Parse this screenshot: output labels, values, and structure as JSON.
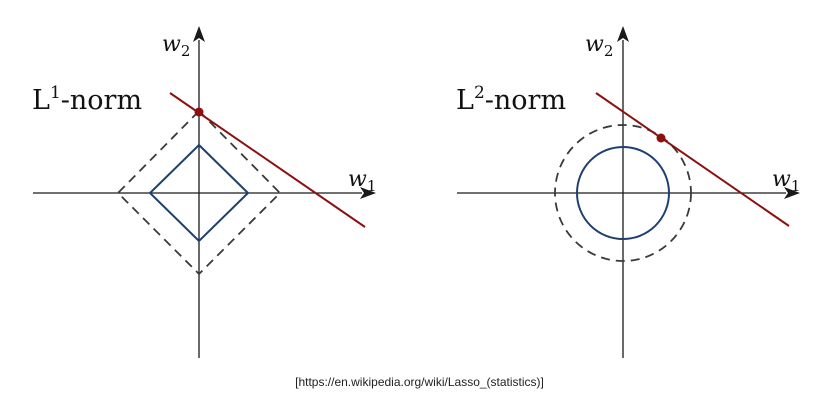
{
  "panels": [
    {
      "norm_label": {
        "base": "L",
        "sup": "1",
        "rest": "-norm"
      },
      "x_axis": {
        "symbol": "w",
        "sub": "1"
      },
      "y_axis": {
        "symbol": "w",
        "sub": "2"
      }
    },
    {
      "norm_label": {
        "base": "L",
        "sup": "2",
        "rest": "-norm"
      },
      "x_axis": {
        "symbol": "w",
        "sub": "1"
      },
      "y_axis": {
        "symbol": "w",
        "sub": "2"
      }
    }
  ],
  "caption": "[https://en.wikipedia.org/wiki/Lasso_(statistics)]",
  "colors": {
    "constraint_solid": "#1f3f6f",
    "constraint_dashed": "#3a3a3a",
    "loss_line": "#8b1010",
    "axis": "#1a1a1a"
  }
}
